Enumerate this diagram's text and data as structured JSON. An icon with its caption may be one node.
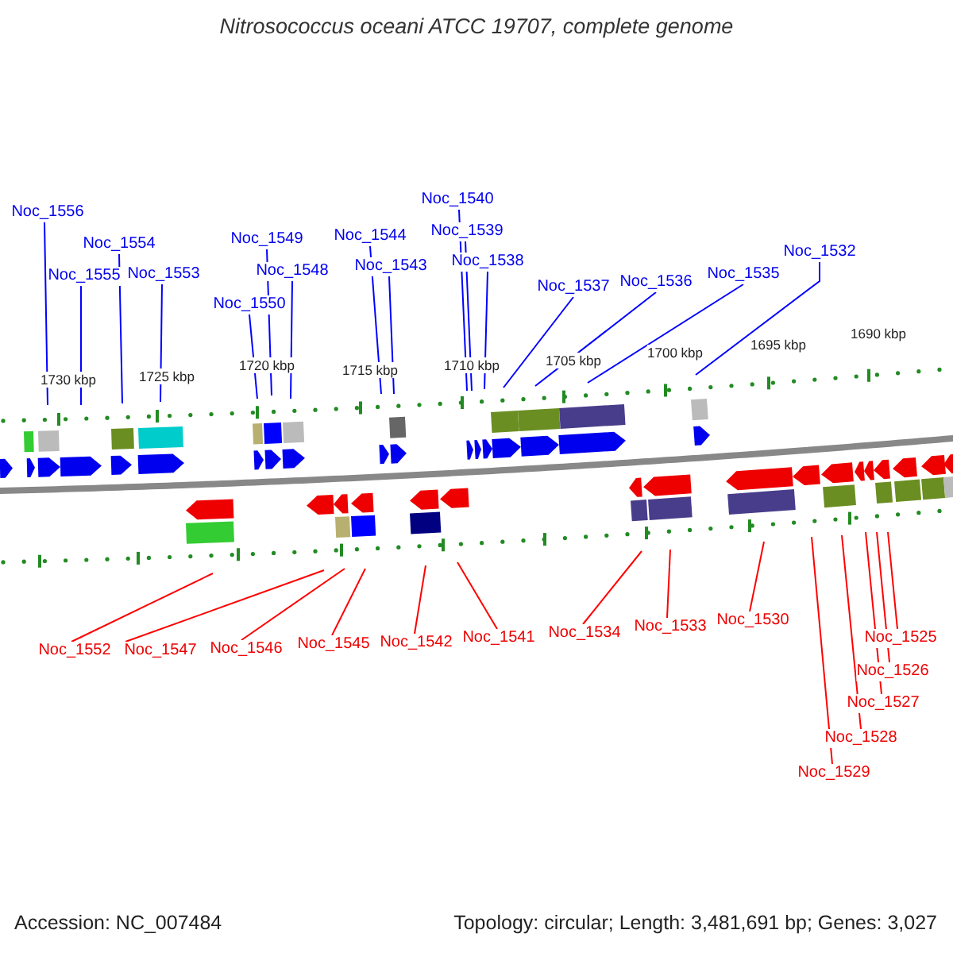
{
  "diagram": {
    "title": "Nitrosococcus oceani ATCC 19707, complete genome",
    "nodes": [
      {
        "text": [
          "Noc_1556"
        ]
      },
      {
        "text": [
          "Noc_1555"
        ]
      },
      {
        "text": [
          "Noc_1554"
        ]
      },
      {
        "text": [
          "Noc_1553"
        ]
      },
      {
        "text": [
          "Noc_1550"
        ]
      },
      {
        "text": [
          "Noc_1549"
        ]
      },
      {
        "text": [
          "Noc_1548"
        ]
      },
      {
        "text": [
          "Noc_1544"
        ]
      },
      {
        "text": [
          "Noc_1543"
        ]
      },
      {
        "text": [
          "Noc_1540"
        ]
      },
      {
        "text": [
          "Noc_1539"
        ]
      },
      {
        "text": [
          "Noc_1538"
        ]
      },
      {
        "text": [
          "Noc_1537"
        ]
      },
      {
        "text": [
          "Noc_1536"
        ]
      },
      {
        "text": [
          "Noc_1535"
        ]
      },
      {
        "text": [
          "Noc_1532"
        ]
      },
      {
        "text": [
          "Noc_1552"
        ]
      },
      {
        "text": [
          "Noc_1547"
        ]
      },
      {
        "text": [
          "Noc_1546"
        ]
      },
      {
        "text": [
          "Noc_1545"
        ]
      },
      {
        "text": [
          "Noc_1542"
        ]
      },
      {
        "text": [
          "Noc_1541"
        ]
      },
      {
        "text": [
          "Noc_1534"
        ]
      },
      {
        "text": [
          "Noc_1533"
        ]
      },
      {
        "text": [
          "Noc_1530"
        ]
      },
      {
        "text": [
          "Noc_1529"
        ]
      },
      {
        "text": [
          "Noc_1528"
        ]
      },
      {
        "text": [
          "Noc_1527"
        ]
      },
      {
        "text": [
          "Noc_1526"
        ]
      },
      {
        "text": [
          "Noc_1525"
        ]
      }
    ],
    "edges": [
      {
        "from": 0,
        "to": null,
        "arrow": "none",
        "color": "#0000ff"
      },
      {
        "from": 1,
        "to": null,
        "arrow": "none",
        "color": "#0000ff"
      },
      {
        "from": 2,
        "to": null,
        "arrow": "none",
        "color": "#0000ff"
      },
      {
        "from": 3,
        "to": null,
        "arrow": "none",
        "color": "#0000ff"
      },
      {
        "from": 4,
        "to": null,
        "arrow": "none",
        "color": "#0000ff"
      },
      {
        "from": 5,
        "to": null,
        "arrow": "none",
        "color": "#0000ff"
      },
      {
        "from": 6,
        "to": null,
        "arrow": "none",
        "color": "#0000ff"
      },
      {
        "from": 7,
        "to": null,
        "arrow": "none",
        "color": "#0000ff"
      },
      {
        "from": 8,
        "to": null,
        "arrow": "none",
        "color": "#0000ff"
      },
      {
        "from": 9,
        "to": null,
        "arrow": "none",
        "color": "#0000ff"
      },
      {
        "from": 10,
        "to": null,
        "arrow": "none",
        "color": "#0000ff"
      },
      {
        "from": 11,
        "to": null,
        "arrow": "none",
        "color": "#0000ff"
      },
      {
        "from": 12,
        "to": null,
        "arrow": "none",
        "color": "#0000ff"
      },
      {
        "from": 13,
        "to": null,
        "arrow": "none",
        "color": "#0000ff"
      },
      {
        "from": 14,
        "to": null,
        "arrow": "none",
        "color": "#0000ff"
      },
      {
        "from": 15,
        "to": null,
        "arrow": "none",
        "color": "#0000ff"
      },
      {
        "from": 16,
        "to": null,
        "arrow": "none",
        "color": "#ff0000"
      },
      {
        "from": 17,
        "to": null,
        "arrow": "none",
        "color": "#ff0000"
      },
      {
        "from": 18,
        "to": null,
        "arrow": "none",
        "color": "#ff0000"
      },
      {
        "from": 19,
        "to": null,
        "arrow": "none",
        "color": "#ff0000"
      },
      {
        "from": 20,
        "to": null,
        "arrow": "none",
        "color": "#ff0000"
      },
      {
        "from": 21,
        "to": null,
        "arrow": "none",
        "color": "#ff0000"
      },
      {
        "from": 22,
        "to": null,
        "arrow": "none",
        "color": "#ff0000"
      },
      {
        "from": 23,
        "to": null,
        "arrow": "none",
        "color": "#ff0000"
      },
      {
        "from": 24,
        "to": null,
        "arrow": "none",
        "color": "#ff0000"
      },
      {
        "from": 25,
        "to": null,
        "arrow": "none",
        "color": "#ff0000"
      },
      {
        "from": 26,
        "to": null,
        "arrow": "none",
        "color": "#ff0000"
      },
      {
        "from": 27,
        "to": null,
        "arrow": "none",
        "color": "#ff0000"
      },
      {
        "from": 28,
        "to": null,
        "arrow": "none",
        "color": "#ff0000"
      },
      {
        "from": 29,
        "to": null,
        "arrow": "none",
        "color": "#ff0000"
      }
    ],
    "labels": [
      "1730 kbp",
      "1725 kbp",
      "1720 kbp",
      "1715 kbp",
      "1710 kbp",
      "1705 kbp",
      "1700 kbp",
      "1695 kbp",
      "1690 kbp",
      "Accession: NC_007484",
      "Topology: circular; Length: 3,481,691 bp; Genes: 3,027"
    ]
  }
}
